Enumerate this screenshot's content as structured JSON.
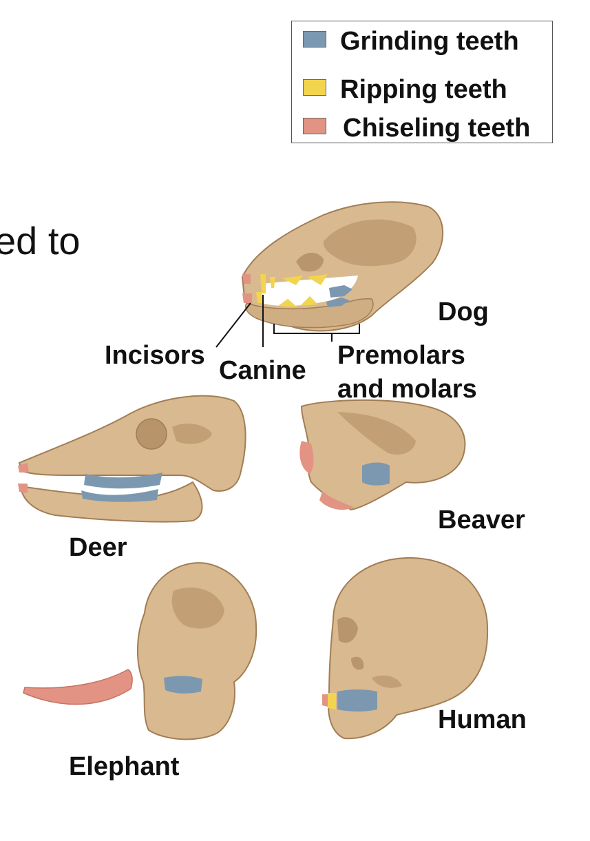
{
  "legend": {
    "items": [
      {
        "label": "Grinding teeth",
        "color": "#7b98b0"
      },
      {
        "label": "Ripping teeth",
        "color": "#f2d44e"
      },
      {
        "label": "Chiseling teeth",
        "color": "#e39383"
      }
    ]
  },
  "partial_text": "ed to",
  "labels": {
    "dog": "Dog",
    "incisors": "Incisors",
    "canine": "Canine",
    "premolars_line1": "Premolars",
    "premolars_line2": "and molars",
    "deer": "Deer",
    "beaver": "Beaver",
    "elephant": "Elephant",
    "human": "Human"
  },
  "colors": {
    "bone": "#d9b98f",
    "bone_shadow": "#b8946a",
    "bone_dark": "#a27d55",
    "grinding": "#7b98b0",
    "ripping": "#f2d44e",
    "chiseling": "#e39383"
  }
}
